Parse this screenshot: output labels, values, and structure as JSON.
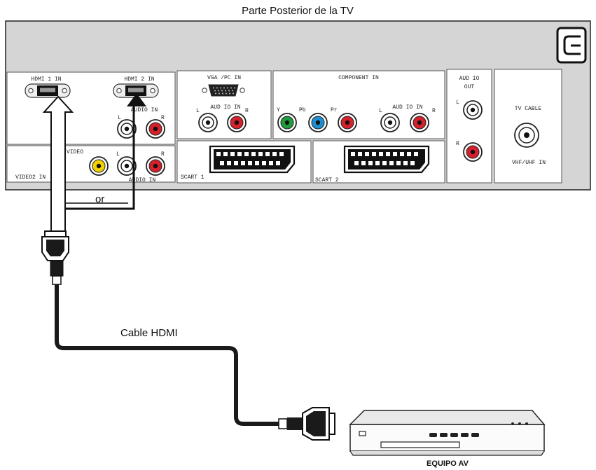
{
  "title": "Parte Posterior de la TV",
  "panel": {
    "hdmi1_label": "HDMI 1 IN",
    "hdmi2_label": "HDMI 2 IN",
    "hdmi_audio_label": "AUDIO IN",
    "audio_l": "L",
    "audio_r": "R",
    "video2_label": "VIDEO2 IN",
    "video_label": "VIDEO",
    "video_audio_label": "AUDIO IN",
    "vga_label": "VGA /PC IN",
    "vga_audio_label": "AUD IO IN",
    "component_label": "COMPONENT IN",
    "comp_y": "Y",
    "comp_pb": "Pb",
    "comp_pr": "Pr",
    "comp_audio_label": "AUD IO IN",
    "scart1_label": "SCART 1",
    "scart2_label": "SCART 2",
    "audio_out_label_1": "AUD IO",
    "audio_out_label_2": "OUT",
    "tv_cable_label": "TV CABLE",
    "vhf_label": "VHF/UHF IN"
  },
  "or_label": "or",
  "cable_label": "Cable HDMI",
  "device_label": "EQUIPO AV",
  "colors": {
    "panel": "#d5d5d5",
    "module": "#ffffff",
    "jack_red": "#d6202b",
    "jack_yellow": "#f3d000",
    "jack_green": "#1f9c3d",
    "jack_blue": "#1c8ed1",
    "cable": "#1a1a1a"
  }
}
